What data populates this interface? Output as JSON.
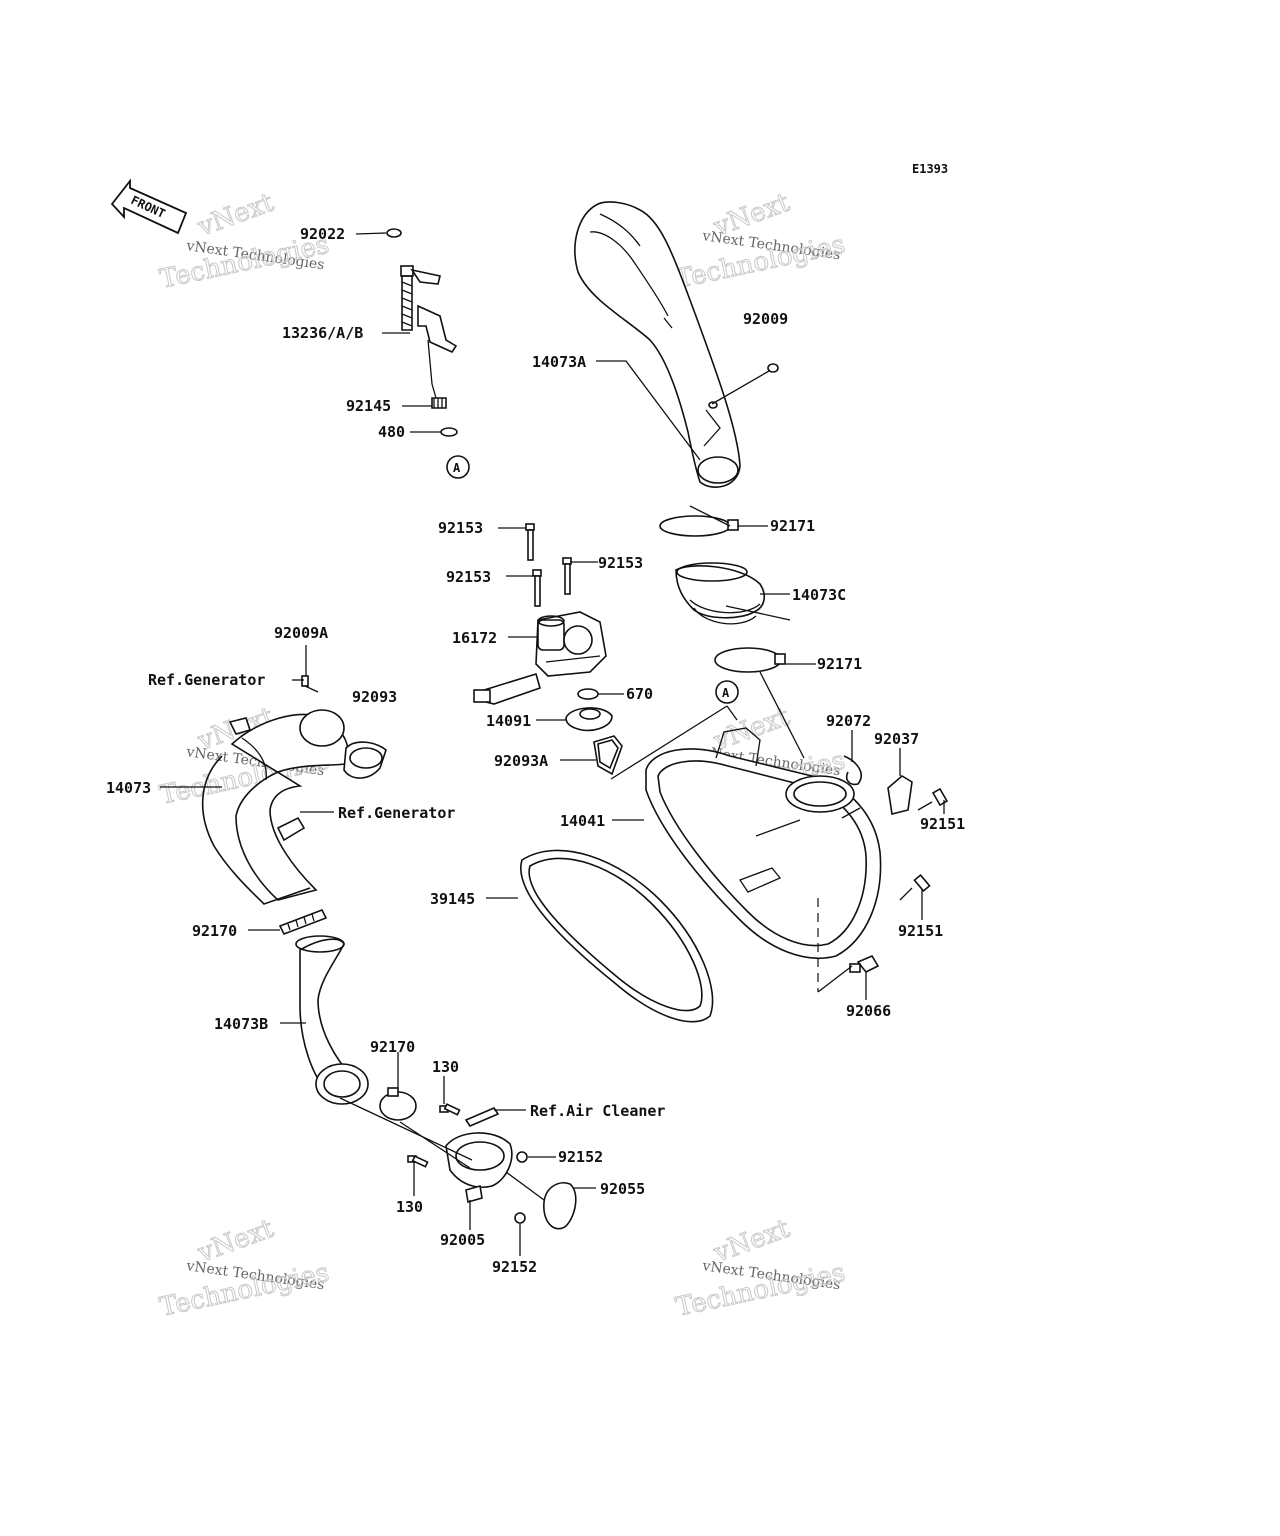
{
  "diagram_code": "E1393",
  "front_label": "FRONT",
  "ref_marker": "A",
  "watermark": {
    "line1": "vNext",
    "line2": "vNext Technologies",
    "line3": "Technologies"
  },
  "parts": {
    "p92022": "92022",
    "p13236": "13236/A/B",
    "p92145": "92145",
    "p480": "480",
    "p92009": "92009",
    "p14073A": "14073A",
    "p92171a": "92171",
    "p92153a": "92153",
    "p92153b": "92153",
    "p92153c": "92153",
    "p14073C": "14073C",
    "p16172": "16172",
    "p92171b": "92171",
    "p92009A": "92009A",
    "p670": "670",
    "refGen1": "Ref.Generator",
    "p92093": "92093",
    "p14091": "14091",
    "p92072": "92072",
    "p92037": "92037",
    "p92093A": "92093A",
    "p14073": "14073",
    "refGen2": "Ref.Generator",
    "p14041": "14041",
    "p92151a": "92151",
    "p39145": "39145",
    "p92170a": "92170",
    "p92151b": "92151",
    "p92066": "92066",
    "p14073B": "14073B",
    "p92170b": "92170",
    "p130a": "130",
    "refAir": "Ref.Air Cleaner",
    "p92152a": "92152",
    "p92055": "92055",
    "p130b": "130",
    "p92005": "92005",
    "p92152b": "92152"
  }
}
